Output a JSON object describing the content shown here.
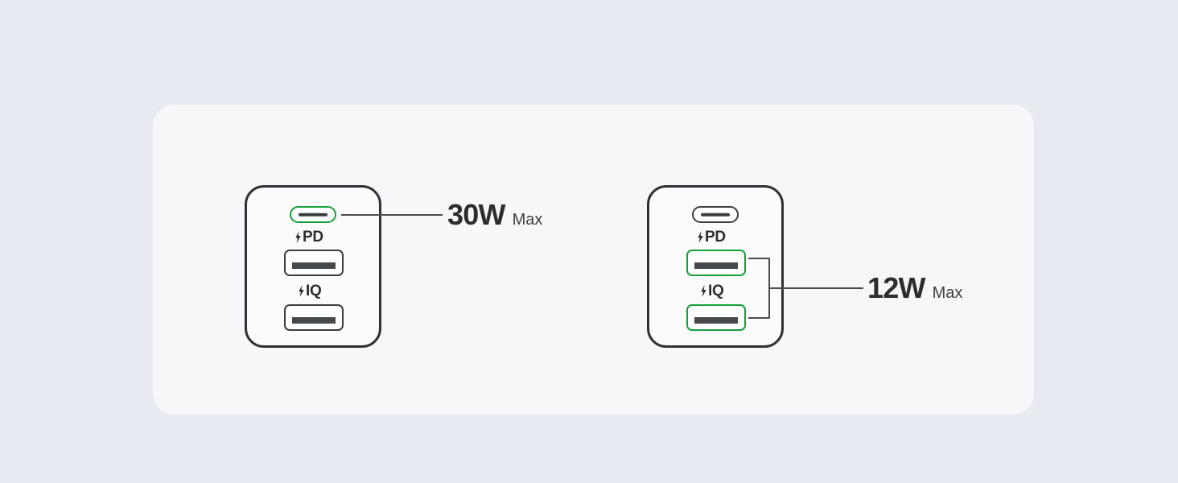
{
  "background": {
    "page_color": "#e7eaf0",
    "card_color": "#f6f7f9"
  },
  "theme": {
    "highlight_color": "#17a03a",
    "outline_color": "#2e3033",
    "port_outline_color": "#3a3d40",
    "slot_color": "#46494c",
    "text_color": "#2b2d30",
    "leader_color": "#4a4d50"
  },
  "chargers": [
    {
      "id": "charger-left",
      "ports": [
        {
          "type": "usb-c",
          "label": "PD",
          "bolt_icon": "lightning-bolt-icon",
          "highlighted": true
        },
        {
          "type": "usb-a",
          "label": "IQ",
          "bolt_icon": "lightning-bolt-icon",
          "highlighted": false
        },
        {
          "type": "usb-a",
          "label": "",
          "bolt_icon": "",
          "highlighted": false
        }
      ],
      "callout": {
        "value": "30W",
        "unit": "Max",
        "points_to": "usb-c-port"
      }
    },
    {
      "id": "charger-right",
      "ports": [
        {
          "type": "usb-c",
          "label": "PD",
          "bolt_icon": "lightning-bolt-icon",
          "highlighted": false
        },
        {
          "type": "usb-a",
          "label": "IQ",
          "bolt_icon": "lightning-bolt-icon",
          "highlighted": true
        },
        {
          "type": "usb-a",
          "label": "",
          "bolt_icon": "",
          "highlighted": true
        }
      ],
      "callout": {
        "value": "12W",
        "unit": "Max",
        "points_to": "both-usb-a-ports"
      }
    }
  ]
}
